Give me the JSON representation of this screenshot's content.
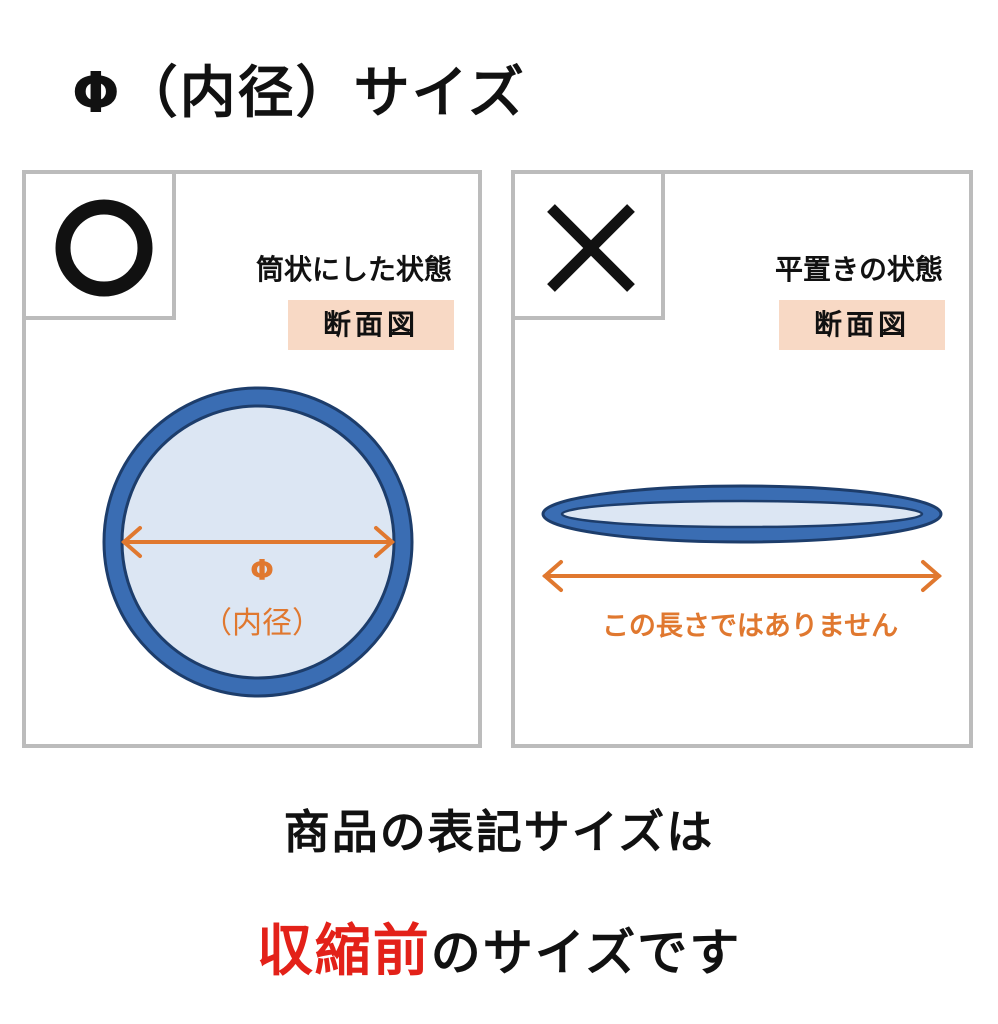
{
  "title": "Φ（内径）サイズ",
  "colors": {
    "ring": "#3a6db3",
    "ring_edge": "#1d3d6b",
    "fill": "#dce6f3",
    "arrow": "#e0782f",
    "tag": "#f8d9c5",
    "border": "#bcbcbc",
    "emphasis": "#e32119"
  },
  "left_panel": {
    "mark": "○",
    "mark_icon": "circle-correct-icon",
    "state": "筒状にした状態",
    "tag": "断面図",
    "phi": "Φ",
    "phi_sub": "（内径）"
  },
  "right_panel": {
    "mark": "✕",
    "mark_icon": "cross-wrong-icon",
    "state": "平置きの状態",
    "tag": "断面図",
    "note": "この長さではありません"
  },
  "footer": {
    "line1": "商品の表記サイズは",
    "emphasis": "収縮前",
    "line2_rest": "のサイズです"
  }
}
